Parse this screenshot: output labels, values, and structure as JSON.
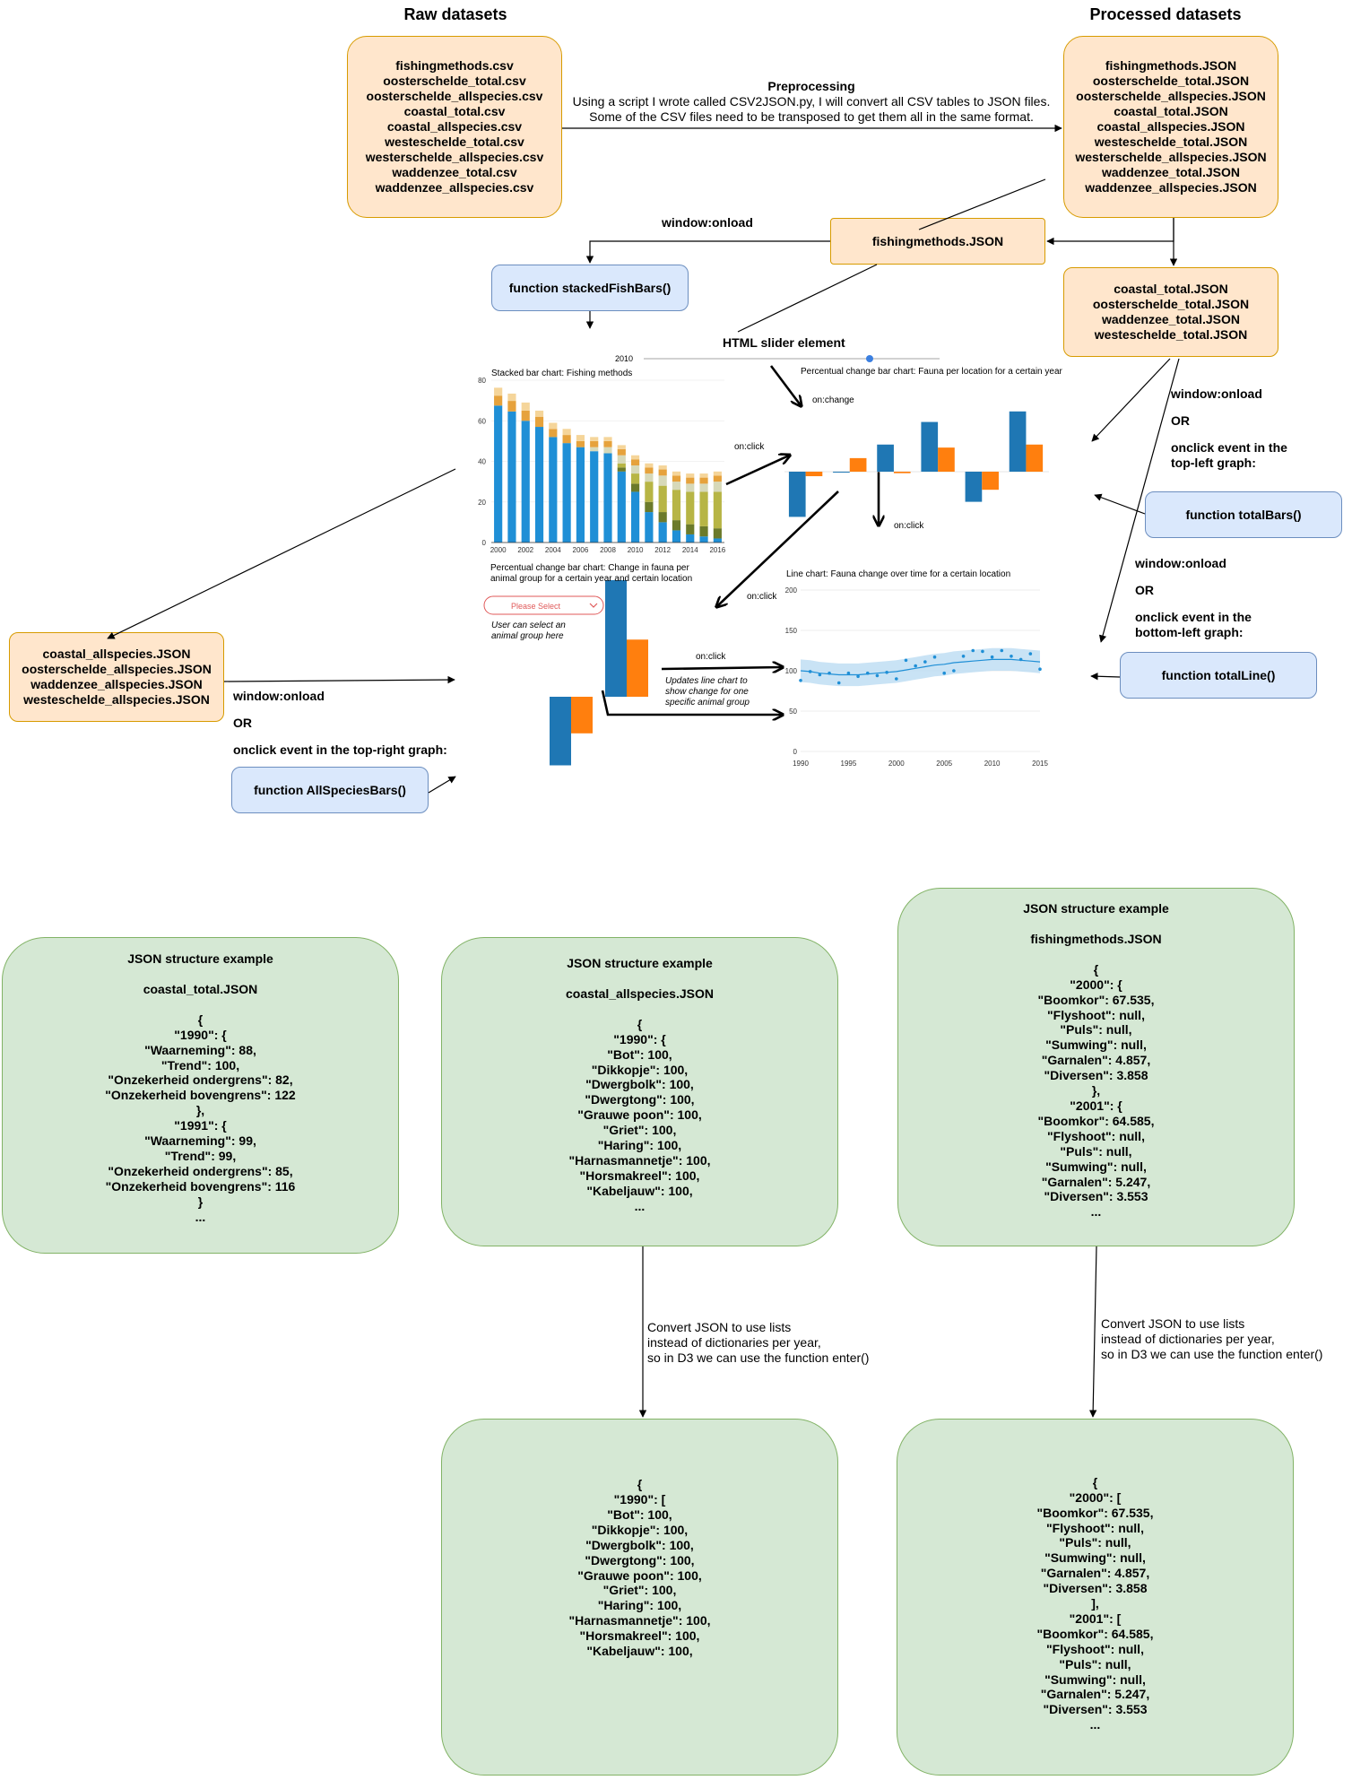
{
  "headings": {
    "raw": "Raw datasets",
    "processed": "Processed datasets"
  },
  "raw_files": [
    "fishingmethods.csv",
    "oosterschelde_total.csv",
    "oosterschelde_allspecies.csv",
    "coastal_total.csv",
    "coastal_allspecies.csv",
    "westeschelde_total.csv",
    "westerschelde_allspecies.csv",
    "waddenzee_total.csv",
    "waddenzee_allspecies.csv"
  ],
  "processed_files": [
    "fishingmethods.JSON",
    "oosterschelde_total.JSON",
    "oosterschelde_allspecies.JSON",
    "coastal_total.JSON",
    "coastal_allspecies.JSON",
    "westeschelde_total.JSON",
    "westerschelde_allspecies.JSON",
    "waddenzee_total.JSON",
    "waddenzee_allspecies.JSON"
  ],
  "preprocessing": {
    "title": "Preprocessing",
    "line1": "Using a script I wrote called CSV2JSON.py, I will convert all CSV tables to JSON files.",
    "line2": "Some of the CSV files need to be transposed to get them all in the same format."
  },
  "fishing_box": "fishingmethods.JSON",
  "onload_label": "window:onload",
  "stacked_fn": "function stackedFishBars()",
  "slider": {
    "label": "HTML slider element",
    "value": "2010"
  },
  "totals_files": [
    "coastal_total.JSON",
    "oosterschelde_total.JSON",
    "waddenzee_total.JSON",
    "westeschelde_total.JSON"
  ],
  "right_top_text": {
    "a": "window:onload",
    "b": "OR",
    "c": "onclick event in the",
    "d": "top-left graph:"
  },
  "total_bars_fn": "function totalBars()",
  "right_bottom_text": {
    "a": "window:onload",
    "b": "OR",
    "c": "onclick event in the",
    "d": "bottom-left graph:"
  },
  "total_line_fn": "function totalLine()",
  "allspecies_files": [
    "coastal_allspecies.JSON",
    "oosterschelde_allspecies.JSON",
    "waddenzee_allspecies.JSON",
    "westeschelde_allspecies.JSON"
  ],
  "left_text": {
    "a": "window:onload",
    "b": "OR",
    "c": "onclick event in the top-right graph:"
  },
  "allspecies_fn": "function AllSpeciesBars()",
  "charts": {
    "stacked_title": "Stacked bar chart: Fishing methods",
    "pct_title": "Percentual change bar chart: Fauna per location for a certain year",
    "animal_title_1": "Percentual change bar chart: Change in fauna per",
    "animal_title_2": "animal group for a certain year and certain location",
    "line_title": "Line chart: Fauna change over time for a certain location",
    "select_placeholder": "Please Select",
    "select_note_1": "User can select an",
    "select_note_2": "animal group here",
    "update_note_1": "Updates line chart to",
    "update_note_2": "show change for one",
    "update_note_3": "specific animal group",
    "onchange": "on:change",
    "onclick": "on:click"
  },
  "json_examples": {
    "title": "JSON structure example",
    "coastal_total": {
      "name": "coastal_total.JSON",
      "body": "{\n\"1990\": {\n\"Waarneming\": 88,\n\"Trend\": 100,\n\"Onzekerheid ondergrens\": 82,\n\"Onzekerheid bovengrens\": 122\n},\n\"1991\": {\n\"Waarneming\": 99,\n\"Trend\": 99,\n\"Onzekerheid ondergrens\": 85,\n\"Onzekerheid bovengrens\": 116\n}\n..."
    },
    "coastal_allspecies": {
      "name": "coastal_allspecies.JSON",
      "body": "{\n\"1990\": {\n\"Bot\": 100,\n\"Dikkopje\": 100,\n\"Dwergbolk\": 100,\n\"Dwergtong\": 100,\n\"Grauwe poon\": 100,\n\"Griet\": 100,\n\"Haring\": 100,\n\"Harnasmannetje\": 100,\n\"Horsmakreel\": 100,\n\"Kabeljauw\": 100,\n..."
    },
    "fishingmethods": {
      "name": "fishingmethods.JSON",
      "body": "{\n\"2000\": {\n\"Boomkor\": 67.535,\n\"Flyshoot\": null,\n\"Puls\": null,\n\"Sumwing\": null,\n\"Garnalen\": 4.857,\n\"Diversen\": 3.858\n},\n\"2001\": {\n\"Boomkor\": 64.585,\n\"Flyshoot\": null,\n\"Puls\": null,\n\"Sumwing\": null,\n\"Garnalen\": 5.247,\n\"Diversen\": 3.553\n..."
    }
  },
  "convert_note": {
    "line1": "Convert JSON to use lists",
    "line2": "instead of dictionaries per year,",
    "line3": "so in D3 we can use the function enter()"
  },
  "converted": {
    "allspecies": "{\n\"1990\": [\n\"Bot\": 100,\n\"Dikkopje\": 100,\n\"Dwergbolk\": 100,\n\"Dwergtong\": 100,\n\"Grauwe poon\": 100,\n\"Griet\": 100,\n\"Haring\": 100,\n\"Harnasmannetje\": 100,\n\"Horsmakreel\": 100,\n\"Kabeljauw\": 100,",
    "fishing": "{\n\"2000\": [\n\"Boomkor\": 67.535,\n\"Flyshoot\": null,\n\"Puls\": null,\n\"Sumwing\": null,\n\"Garnalen\": 4.857,\n\"Diversen\": 3.858\n],\n\"2001\": [\n\"Boomkor\": 64.585,\n\"Flyshoot\": null,\n\"Puls\": null,\n\"Sumwing\": null,\n\"Garnalen\": 5.247,\n\"Diversen\": 3.553\n..."
  },
  "chart_data": [
    {
      "type": "bar",
      "title": "Stacked bar chart: Fishing methods",
      "categories": [
        "2000",
        "2001",
        "2002",
        "2003",
        "2004",
        "2005",
        "2006",
        "2007",
        "2008",
        "2009",
        "2010",
        "2011",
        "2012",
        "2013",
        "2014",
        "2015",
        "2016"
      ],
      "x_ticks": [
        "2000",
        "2002",
        "2004",
        "2006",
        "2008",
        "2010",
        "2012",
        "2014",
        "2016"
      ],
      "ylim": [
        0,
        80
      ],
      "y_ticks": [
        0,
        20,
        40,
        60,
        80
      ],
      "series": [
        {
          "color": "#1f8fd6",
          "values": [
            67.5,
            64.6,
            60,
            57,
            52,
            49,
            47,
            45,
            44,
            35,
            25,
            15,
            10,
            6,
            4,
            3,
            2
          ]
        },
        {
          "color": "#6b7a2a",
          "values": [
            0,
            0,
            0,
            0,
            0,
            0,
            0,
            0,
            0,
            2,
            4,
            5,
            5,
            5,
            5,
            5,
            5
          ]
        },
        {
          "color": "#b7b545",
          "values": [
            0,
            0,
            0,
            0,
            0,
            0,
            0,
            0,
            0,
            2,
            5,
            10,
            13,
            15,
            16,
            17,
            18
          ]
        },
        {
          "color": "#d7d9b9",
          "values": [
            0,
            0,
            0,
            0,
            0,
            0,
            0,
            2,
            3,
            4,
            4,
            4,
            5,
            4,
            4,
            4,
            5
          ]
        },
        {
          "color": "#e6a23c",
          "values": [
            4.9,
            5.2,
            5,
            5,
            4,
            4,
            3,
            3,
            3,
            3,
            3,
            3,
            3,
            3,
            3,
            3,
            3
          ]
        },
        {
          "color": "#f5d59a",
          "values": [
            3.9,
            3.6,
            4,
            3,
            3,
            3,
            3,
            2,
            2,
            2,
            2,
            2,
            2,
            2,
            2,
            2,
            2
          ]
        }
      ]
    },
    {
      "type": "bar",
      "title": "Percentual change bar chart: Fauna per location for a certain year",
      "categories": [
        "1",
        "2",
        "3",
        "4",
        "5",
        "6"
      ],
      "series": [
        {
          "color": "#1f77b4",
          "values": [
            -30,
            0,
            18,
            33,
            -20,
            40
          ]
        },
        {
          "color": "#ff7f0e",
          "values": [
            -3,
            9,
            -1,
            16,
            -12,
            18
          ]
        }
      ]
    },
    {
      "type": "bar",
      "title": "Percentual change bar chart: Change in fauna per animal group for a certain year and certain location",
      "categories": [
        "1",
        "2"
      ],
      "series": [
        {
          "color": "#1f77b4",
          "values": [
            -30,
            51
          ]
        },
        {
          "color": "#ff7f0e",
          "values": [
            -16,
            25
          ]
        }
      ]
    },
    {
      "type": "line",
      "title": "Line chart: Fauna change over time for a certain location",
      "x_ticks": [
        "1990",
        "1995",
        "2000",
        "2005",
        "2010",
        "2015"
      ],
      "y_ticks": [
        0,
        50,
        100,
        150,
        200
      ],
      "xlim": [
        1990,
        2015
      ],
      "ylim": [
        0,
        200
      ],
      "x": [
        1990,
        1991,
        1992,
        1993,
        1994,
        1995,
        1996,
        1997,
        1998,
        1999,
        2000,
        2001,
        2002,
        2003,
        2004,
        2005,
        2006,
        2007,
        2008,
        2009,
        2010,
        2011,
        2012,
        2013,
        2014,
        2015
      ],
      "points": [
        88,
        99,
        95,
        97,
        85,
        97,
        93,
        97,
        94,
        98,
        90,
        113,
        106,
        111,
        117,
        97,
        100,
        118,
        125,
        124,
        117,
        125,
        118,
        114,
        121,
        102
      ],
      "trend": [
        100,
        99,
        97,
        96,
        95,
        95,
        95,
        96,
        97,
        98,
        99,
        101,
        103,
        105,
        107,
        108,
        110,
        111,
        112,
        113,
        114,
        114,
        114,
        113,
        112,
        111
      ]
    }
  ]
}
